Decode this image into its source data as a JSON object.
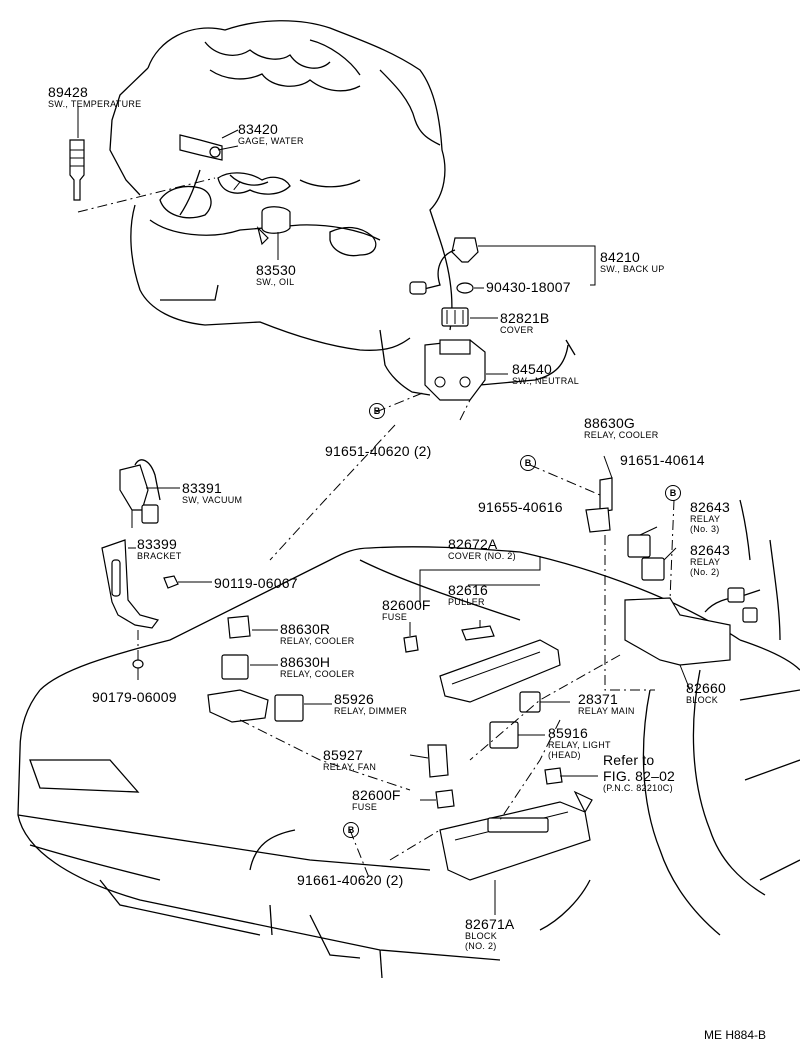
{
  "diagram_code": "ME H884-B",
  "bolt_marker": "B",
  "labels": [
    {
      "id": "sw-temperature",
      "number": "89428",
      "desc": [
        "SW., TEMPERATURE"
      ]
    },
    {
      "id": "gage-water",
      "number": "83420",
      "desc": [
        "GAGE, WATER"
      ]
    },
    {
      "id": "sw-oil",
      "number": "83530",
      "desc": [
        "SW., OIL"
      ]
    },
    {
      "id": "sw-back-up",
      "number": "84210",
      "desc": [
        "SW., BACK UP"
      ]
    },
    {
      "id": "washer-90430",
      "number": "90430-18007",
      "desc": []
    },
    {
      "id": "cover-82821b",
      "number": "82821B",
      "desc": [
        "COVER"
      ]
    },
    {
      "id": "sw-neutral",
      "number": "84540",
      "desc": [
        "SW., NEUTRAL"
      ]
    },
    {
      "id": "bolt-91651-40620",
      "number": "91651-40620 (2)",
      "desc": []
    },
    {
      "id": "relay-cooler-g",
      "number": "88630G",
      "desc": [
        "RELAY, COOLER"
      ]
    },
    {
      "id": "bolt-91651-40614",
      "number": "91651-40614",
      "desc": []
    },
    {
      "id": "bolt-91655-40616",
      "number": "91655-40616",
      "desc": []
    },
    {
      "id": "sw-vacuum",
      "number": "83391",
      "desc": [
        "SW, VACUUM"
      ]
    },
    {
      "id": "bracket-83399",
      "number": "83399",
      "desc": [
        "BRACKET"
      ]
    },
    {
      "id": "bolt-90119",
      "number": "90119-06067",
      "desc": []
    },
    {
      "id": "cover-no2",
      "number": "82672A",
      "desc": [
        "COVER (NO. 2)"
      ]
    },
    {
      "id": "puller",
      "number": "82616",
      "desc": [
        "PULLER"
      ]
    },
    {
      "id": "fuse-upper",
      "number": "82600F",
      "desc": [
        "FUSE"
      ]
    },
    {
      "id": "relay-no3",
      "number": "82643",
      "desc": [
        "RELAY",
        "(No. 3)"
      ]
    },
    {
      "id": "relay-no2",
      "number": "82643",
      "desc": [
        "RELAY",
        "(No. 2)"
      ]
    },
    {
      "id": "relay-cooler-r",
      "number": "88630R",
      "desc": [
        "RELAY, COOLER"
      ]
    },
    {
      "id": "relay-cooler-h",
      "number": "88630H",
      "desc": [
        "RELAY, COOLER"
      ]
    },
    {
      "id": "grommet-90179",
      "number": "90179-06009",
      "desc": []
    },
    {
      "id": "relay-dimmer",
      "number": "85926",
      "desc": [
        "RELAY, DIMMER"
      ]
    },
    {
      "id": "relay-main",
      "number": "28371",
      "desc": [
        "RELAY MAIN"
      ]
    },
    {
      "id": "block-82660",
      "number": "82660",
      "desc": [
        "BLOCK"
      ]
    },
    {
      "id": "relay-light",
      "number": "85916",
      "desc": [
        "RELAY, LIGHT",
        "(HEAD)"
      ]
    },
    {
      "id": "relay-fan",
      "number": "85927",
      "desc": [
        "RELAY, FAN"
      ]
    },
    {
      "id": "fuse-lower",
      "number": "82600F",
      "desc": [
        "FUSE"
      ]
    },
    {
      "id": "block-no2",
      "number": "82671A",
      "desc": [
        "BLOCK",
        "(NO. 2)"
      ]
    },
    {
      "id": "bolt-91661",
      "number": "91661-40620 (2)",
      "desc": []
    }
  ],
  "refer": {
    "line1": "Refer to",
    "line2": "FIG. 82–02",
    "line3": "(P.N.C. 82210C)"
  }
}
